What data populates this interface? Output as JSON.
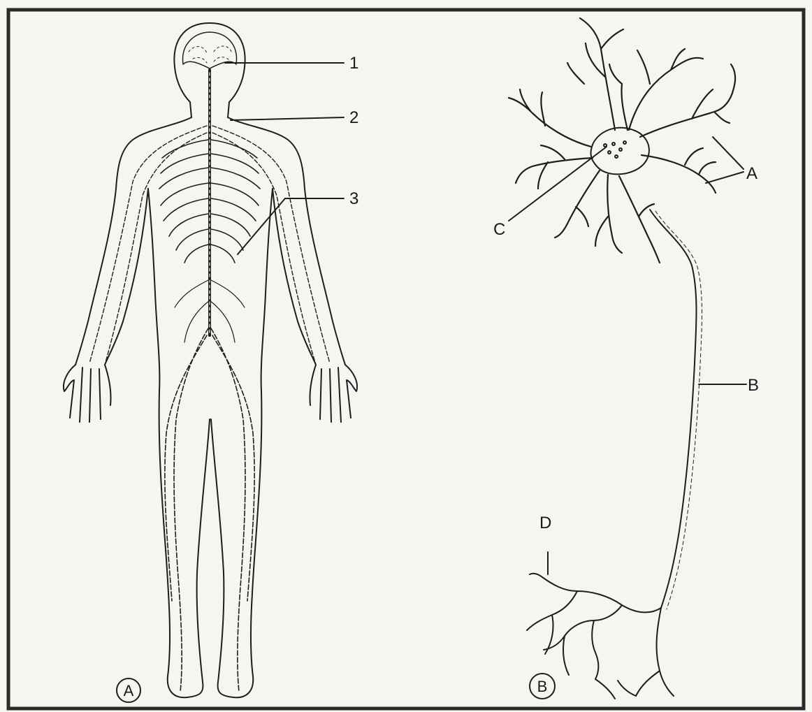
{
  "figure_a": {
    "panel_label": "A",
    "labels": [
      {
        "id": "1",
        "text": "1"
      },
      {
        "id": "2",
        "text": "2"
      },
      {
        "id": "3",
        "text": "3"
      }
    ]
  },
  "figure_b": {
    "panel_label": "B",
    "labels": [
      {
        "id": "A",
        "text": "A"
      },
      {
        "id": "B",
        "text": "B"
      },
      {
        "id": "C",
        "text": "C"
      },
      {
        "id": "D",
        "text": "D"
      }
    ]
  },
  "colors": {
    "ink": "#1e1e1e",
    "paper": "#f6f5f1",
    "border": "#2a2a2a"
  }
}
